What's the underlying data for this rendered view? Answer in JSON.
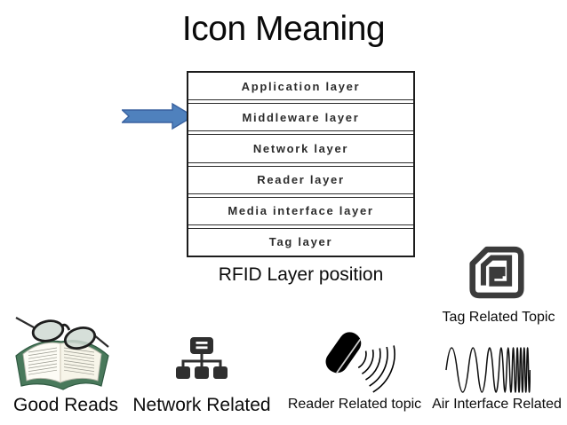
{
  "slide": {
    "title": "Icon Meaning"
  },
  "diagram": {
    "layers": [
      "Application layer",
      "Middleware layer",
      "Network layer",
      "Reader layer",
      "Media interface layer",
      "Tag layer"
    ],
    "caption": "RFID Layer position",
    "arrow_points_to": "Middleware layer"
  },
  "legend": [
    {
      "id": "good-reads",
      "label": "Good Reads",
      "icon": "open-book-with-glasses-icon"
    },
    {
      "id": "network-related",
      "label": "Network Related",
      "icon": "sitemap-icon"
    },
    {
      "id": "reader-related",
      "label": "Reader Related topic",
      "icon": "reader-waves-icon"
    },
    {
      "id": "air-interface-related",
      "label": "Air Interface Related",
      "icon": "chirp-wave-icon"
    },
    {
      "id": "tag-related",
      "label": "Tag Related Topic",
      "icon": "rfid-tag-icon"
    }
  ],
  "colors": {
    "background": "#FFFFFF",
    "text": "#0E0E0E",
    "arrow_fill": "#4F81BD",
    "arrow_border": "#38619F",
    "icon_dark": "#2F2F2F",
    "tag_icon_gray": "#3B3B3B",
    "book_cover_green": "#49795B",
    "box_border": "#1C1C1C"
  }
}
